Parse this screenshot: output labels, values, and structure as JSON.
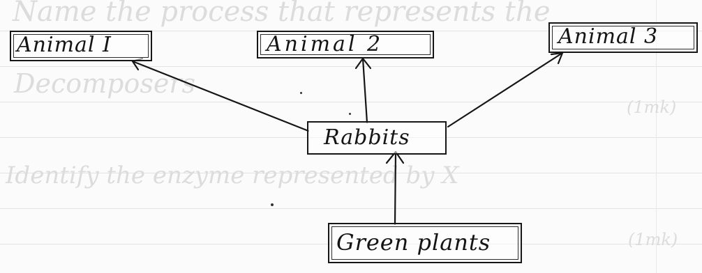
{
  "diagram": {
    "nodes": {
      "animal1": "Animal I",
      "animal2": "Animal 2",
      "animal3": "Animal 3",
      "rabbits": "Rabbits",
      "plants": "Green plants"
    },
    "edges": [
      {
        "from": "rabbits",
        "to": "animal1"
      },
      {
        "from": "rabbits",
        "to": "animal2"
      },
      {
        "from": "rabbits",
        "to": "animal3"
      },
      {
        "from": "plants",
        "to": "rabbits"
      }
    ]
  },
  "background_text": {
    "line1": "Name the process that represents the",
    "line2": "Decomposers",
    "line3": "(1mk)",
    "line4": "Identify the enzyme represented by X",
    "line5": "(1mk)"
  },
  "colors": {
    "ink": "#161616",
    "ruled_line": "#e3e3e3",
    "ghost_text": "#dcdcdc"
  }
}
